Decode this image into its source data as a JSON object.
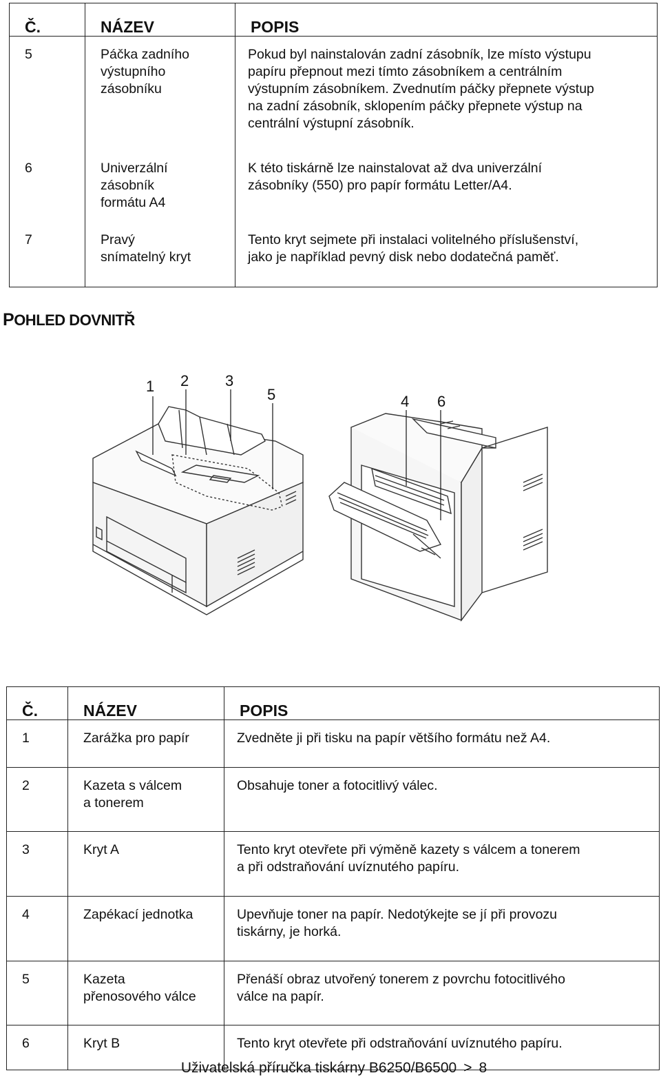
{
  "table_top": {
    "headers": {
      "num": "Č.",
      "name": "NÁZEV",
      "desc": "POPIS"
    },
    "rows": [
      {
        "num": "5",
        "name_lines": [
          "Páčka zadního",
          "výstupního",
          "zásobníku"
        ],
        "desc_lines": [
          "Pokud byl nainstalován zadní zásobník, lze místo výstupu",
          "papíru přepnout mezi tímto zásobníkem a centrálním",
          "výstupním zásobníkem. Zvednutím páčky přepnete výstup",
          "na zadní zásobník, sklopením páčky přepnete výstup na",
          "centrální výstupní zásobník."
        ]
      },
      {
        "num": "6",
        "name_lines": [
          "Univerzální",
          "zásobník",
          "formátu A4"
        ],
        "desc_lines": [
          "K této tiskárně lze nainstalovat až dva univerzální",
          "zásobníky (550) pro papír formátu Letter/A4."
        ]
      },
      {
        "num": "7",
        "name_lines": [
          "Pravý",
          "snímatelný kryt"
        ],
        "desc_lines": [
          "Tento kryt sejmete při instalaci volitelného příslušenství,",
          "jako je například pevný disk nebo dodatečná paměť."
        ]
      }
    ]
  },
  "section_heading": {
    "first_letter": "P",
    "rest": "OHLED DOVNITŘ"
  },
  "figure": {
    "callouts": [
      "1",
      "2",
      "3",
      "5",
      "4",
      "6"
    ]
  },
  "table_bottom": {
    "headers": {
      "num": "Č.",
      "name": "NÁZEV",
      "desc": "POPIS"
    },
    "rows": [
      {
        "num": "1",
        "name_lines": [
          "Zarážka pro papír"
        ],
        "desc_lines": [
          "Zvedněte ji při tisku na papír většího formátu než A4."
        ]
      },
      {
        "num": "2",
        "name_lines": [
          "Kazeta s válcem",
          "a tonerem"
        ],
        "desc_lines": [
          "Obsahuje toner a fotocitlivý válec."
        ]
      },
      {
        "num": "3",
        "name_lines": [
          "Kryt A"
        ],
        "desc_lines": [
          "Tento kryt otevřete při výměně kazety s válcem a tonerem",
          "a při odstraňování uvíznutého papíru."
        ]
      },
      {
        "num": "4",
        "name_lines": [
          "Zapékací jednotka"
        ],
        "desc_lines": [
          "Upevňuje toner na papír. Nedotýkejte se jí při provozu",
          "tiskárny, je horká."
        ]
      },
      {
        "num": "5",
        "name_lines": [
          "Kazeta",
          "přenosového válce"
        ],
        "desc_lines": [
          "Přenáší obraz utvořený tonerem z povrchu fotocitlivého",
          "válce na papír."
        ]
      },
      {
        "num": "6",
        "name_lines": [
          "Kryt B"
        ],
        "desc_lines": [
          "Tento kryt otevřete při odstraňování uvíznutého papíru."
        ]
      }
    ]
  },
  "footer": {
    "text": "Uživatelská příručka tiskárny B6250/B6500",
    "separator": ">",
    "page": "8"
  }
}
